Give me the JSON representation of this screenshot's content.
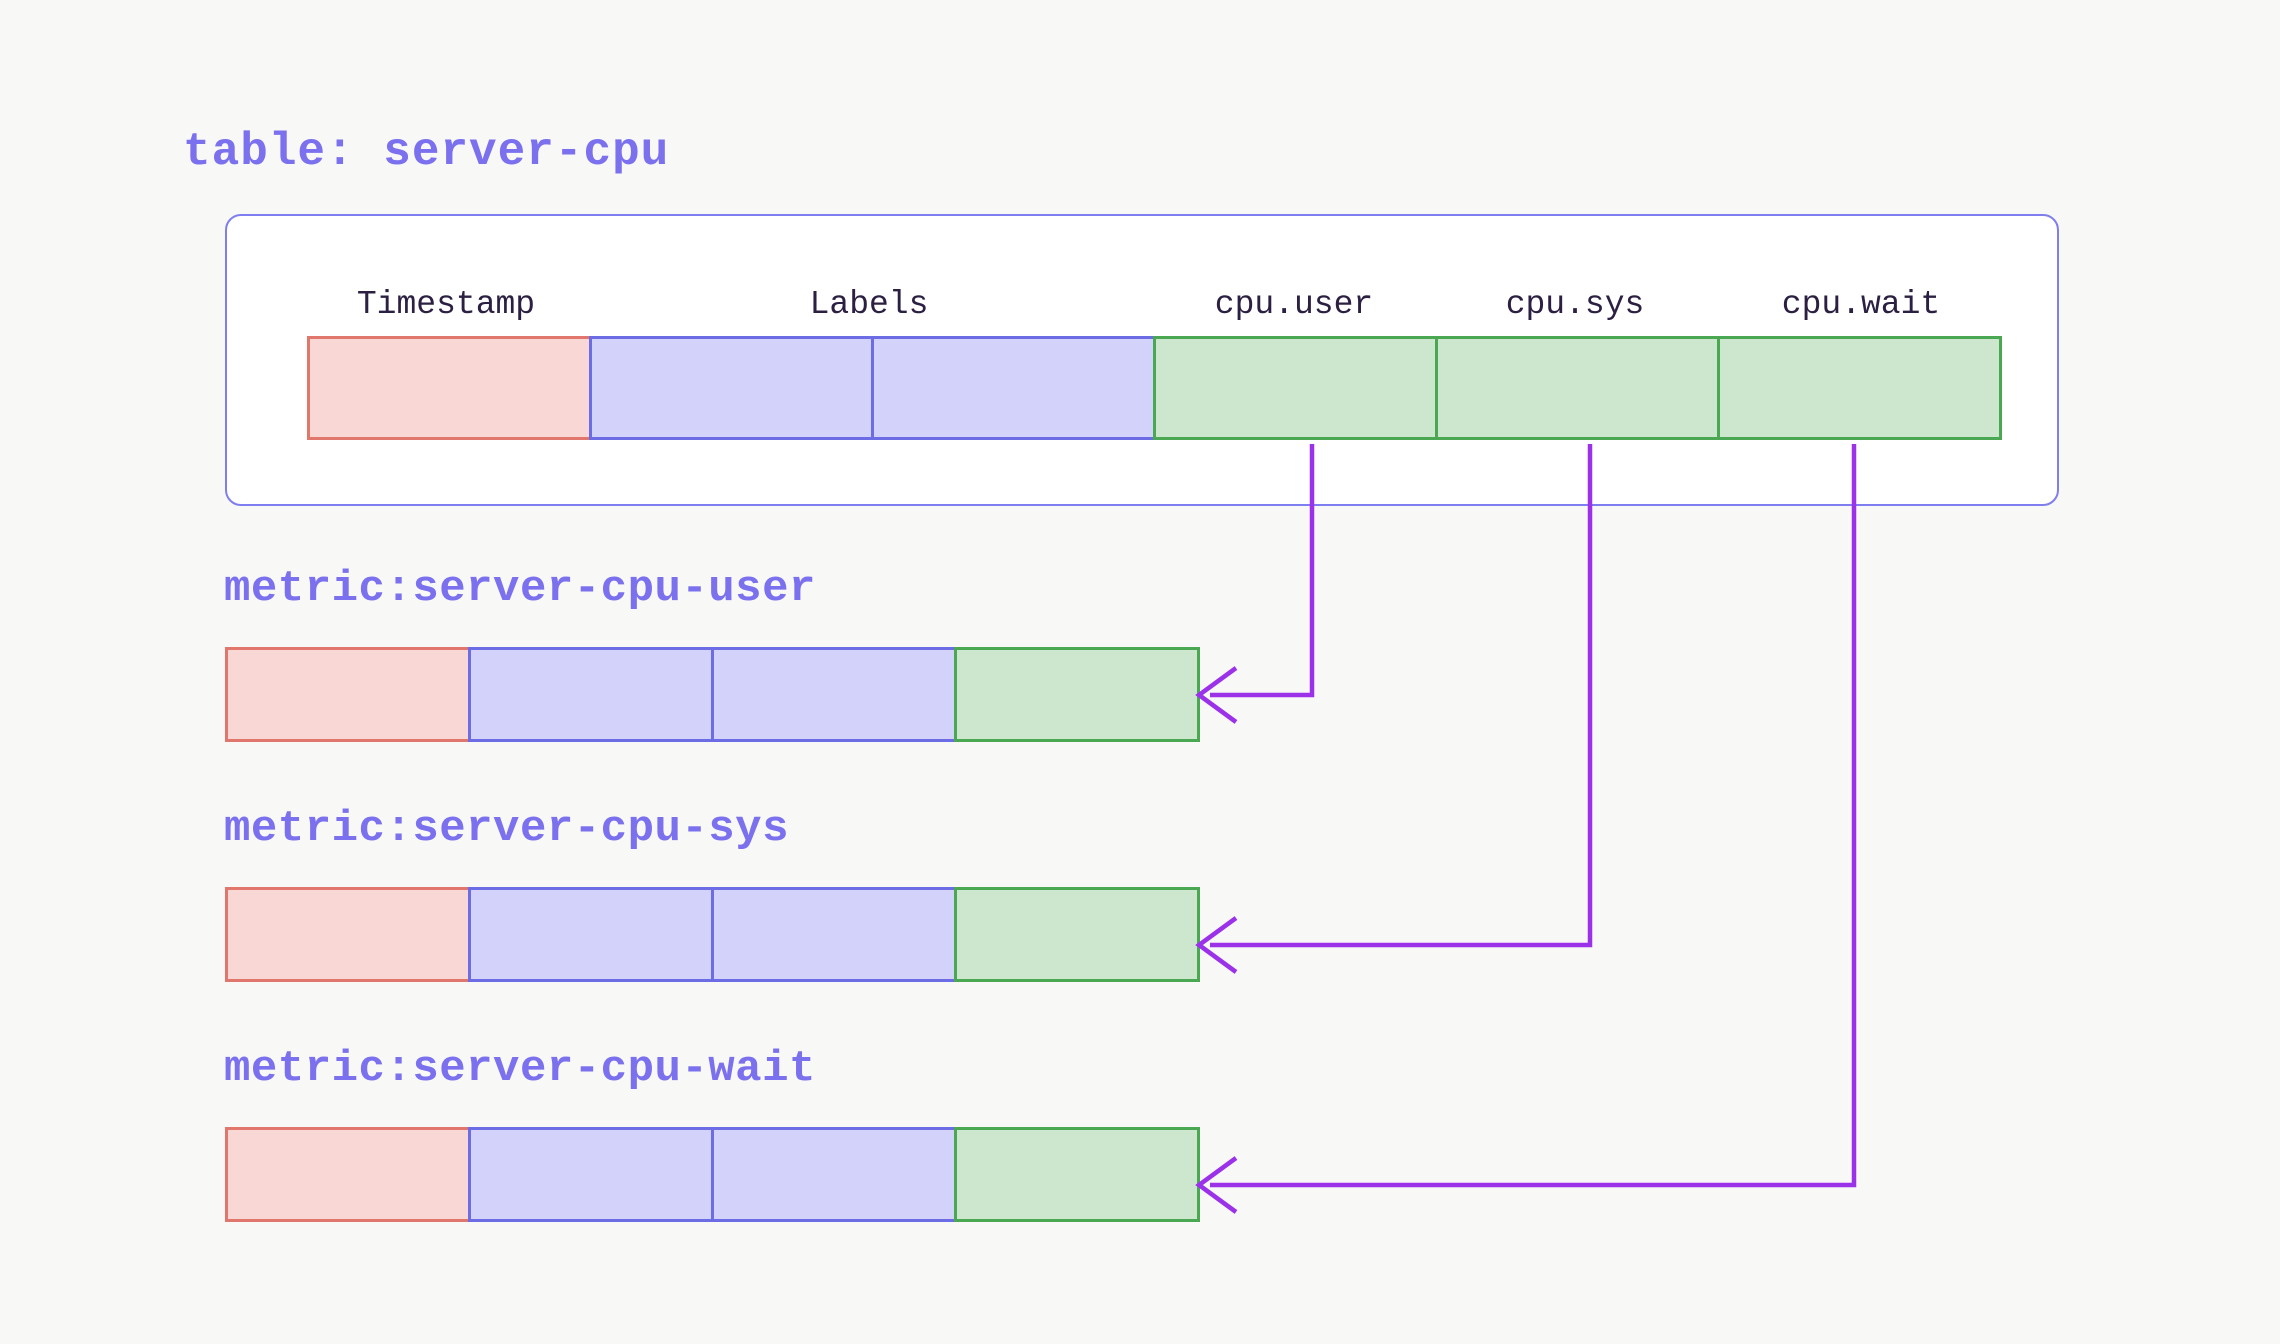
{
  "page": {
    "background": "#f8f8f7"
  },
  "table": {
    "title": "table: server-cpu",
    "columns": [
      {
        "label": "Timestamp",
        "kind": "timestamp",
        "cells": 1
      },
      {
        "label": "Labels",
        "kind": "labels",
        "cells": 2
      },
      {
        "label": "cpu.user",
        "kind": "field",
        "cells": 1
      },
      {
        "label": "cpu.sys",
        "kind": "field",
        "cells": 1
      },
      {
        "label": "cpu.wait",
        "kind": "field",
        "cells": 1
      }
    ]
  },
  "metrics": [
    {
      "title": "metric:server-cpu-user",
      "from_column": "cpu.user",
      "cells": [
        "timestamp",
        "labels",
        "labels",
        "field"
      ]
    },
    {
      "title": "metric:server-cpu-sys",
      "from_column": "cpu.sys",
      "cells": [
        "timestamp",
        "labels",
        "labels",
        "field"
      ]
    },
    {
      "title": "metric:server-cpu-wait",
      "from_column": "cpu.wait",
      "cells": [
        "timestamp",
        "labels",
        "labels",
        "field"
      ]
    }
  ],
  "colors": {
    "timestamp_fill": "#f8d7d4",
    "timestamp_border": "#e0766c",
    "labels_fill": "#d2d2fb",
    "labels_border": "#6c6ce4",
    "field_fill": "#cde7cf",
    "field_border": "#4aa852",
    "box_border": "#7e7ef0",
    "box_fill": "#ffffff",
    "title_text": "#7b70ee",
    "header_text": "#2b1f42",
    "arrow": "#9b32ea"
  }
}
